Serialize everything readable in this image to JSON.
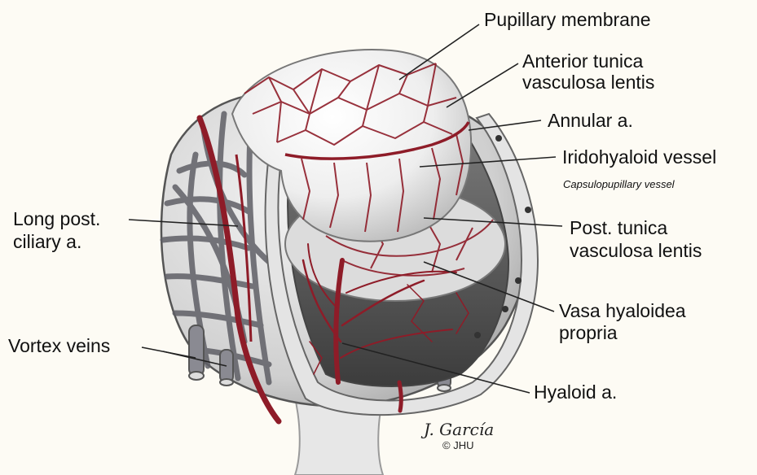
{
  "labels": {
    "pupillary_membrane": "Pupillary membrane",
    "anterior_tunica_1": "Anterior tunica",
    "anterior_tunica_2": "vasculosa lentis",
    "annular": "Annular a.",
    "iridohyaloid": "Iridohyaloid vessel",
    "capsulopupillary": "Capsulopupillary vessel",
    "post_tunica_1": "Post. tunica",
    "post_tunica_2": "vasculosa lentis",
    "vasa_1": "Vasa hyaloidea",
    "vasa_2": "propria",
    "hyaloid": "Hyaloid a.",
    "long_post_1": "Long post.",
    "long_post_2": "ciliary a.",
    "vortex": "Vortex veins"
  },
  "credit": {
    "signature": "J. García",
    "copyright": "© JHU"
  },
  "colors": {
    "vessel_red": "#8e1c28",
    "vein_gray": "#5f5f66",
    "tissue": "#ececec",
    "background": "#fdfbf4"
  }
}
